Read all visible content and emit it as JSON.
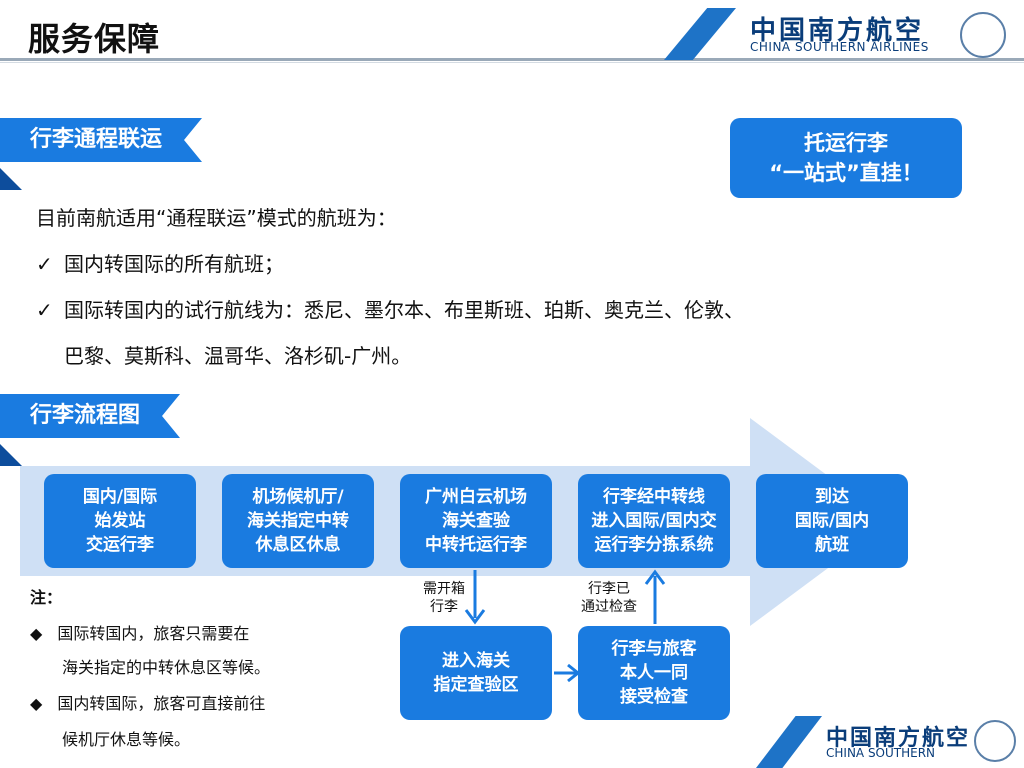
{
  "header": {
    "title": "服务保障",
    "brand_cn": "中国南方航空",
    "brand_en": "CHINA SOUTHERN AIRLINES"
  },
  "section1": {
    "tag": "行李通程联运",
    "callout_line1": "托运行李",
    "callout_line2": "“一站式”直挂！",
    "intro": "目前南航适用“通程联运”模式的航班为：",
    "bullet1": "国内转国际的所有航班；",
    "bullet2_line1": "国际转国内的试行航线为：悉尼、墨尔本、布里斯班、珀斯、奥克兰、伦敦、",
    "bullet2_line2": "巴黎、莫斯科、温哥华、洛杉矶-广州。",
    "check": "✓"
  },
  "section2": {
    "tag": "行李流程图",
    "steps": [
      {
        "l1": "国内/国际",
        "l2": "始发站",
        "l3": "交运行李"
      },
      {
        "l1": "机场候机厅/",
        "l2": "海关指定中转",
        "l3": "休息区休息"
      },
      {
        "l1": "广州白云机场",
        "l2": "海关查验",
        "l3": "中转托运行李"
      },
      {
        "l1": "行李经中转线",
        "l2": "进入国际/国内交",
        "l3": "运行李分拣系统"
      },
      {
        "l1": "到达",
        "l2": "国际/国内",
        "l3": "航班"
      }
    ],
    "sub_steps": [
      {
        "l1": "进入海关",
        "l2": "指定查验区"
      },
      {
        "l1": "行李与旅客",
        "l2": "本人一同",
        "l3": "接受检查"
      }
    ],
    "label_down_l1": "需开箱",
    "label_down_l2": "行李",
    "label_up_l1": "行李已",
    "label_up_l2": "通过检查"
  },
  "notes": {
    "title": "注：",
    "bullet": "◆",
    "n1_l1": "国际转国内，旅客只需要在",
    "n1_l2": "海关指定的中转休息区等候。",
    "n2_l1": "国内转国际，旅客可直接前往",
    "n2_l2": "候机厅休息等候。"
  },
  "footer": {
    "brand_cn": "中国南方航空",
    "brand_en": "CHINA SOUTHERN"
  },
  "colors": {
    "accent": "#1a7be0",
    "accent_dark": "#0d4d9c",
    "arrow_band": "#cfe0f5"
  }
}
